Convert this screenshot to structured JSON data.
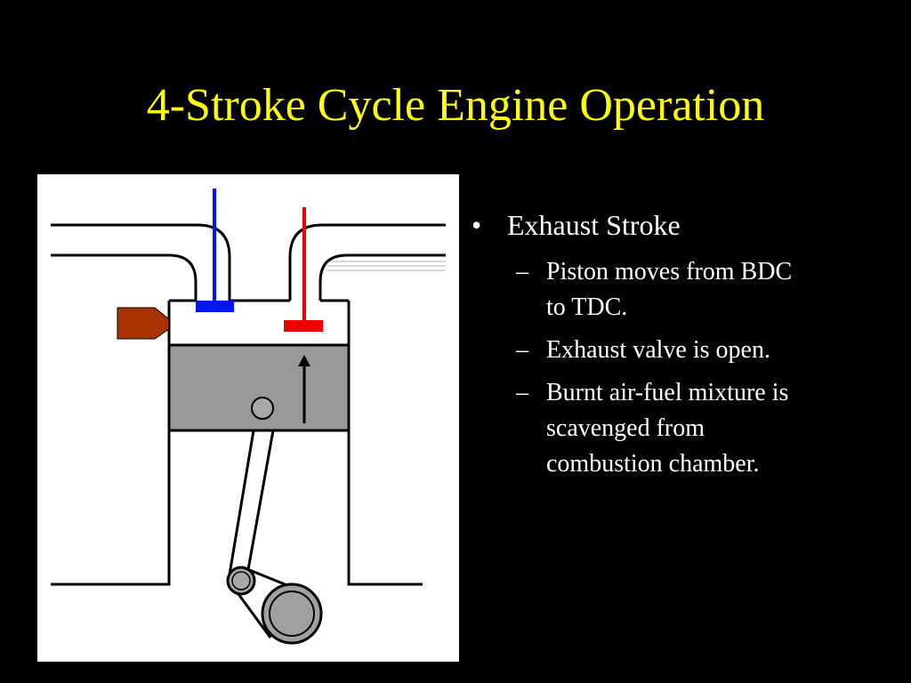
{
  "slide": {
    "title": "4-Stroke Cycle Engine Operation"
  },
  "bullets": {
    "main": {
      "marker": "•",
      "text": "Exhaust Stroke"
    },
    "sub_marker": "–",
    "sub": [
      "Piston moves from BDC to TDC.",
      "Exhaust valve is open.",
      "Burnt air-fuel mixture is scavenged from combustion chamber."
    ]
  },
  "diagram": {
    "intake_valve_color": "#0018ee",
    "exhaust_valve_color": "#ee0000",
    "spark_plug_color": "#a83200",
    "piston_color": "#999999",
    "crank_color": "#a0a0a0",
    "exhaust_valve_state": "open",
    "piston_motion": "up"
  }
}
